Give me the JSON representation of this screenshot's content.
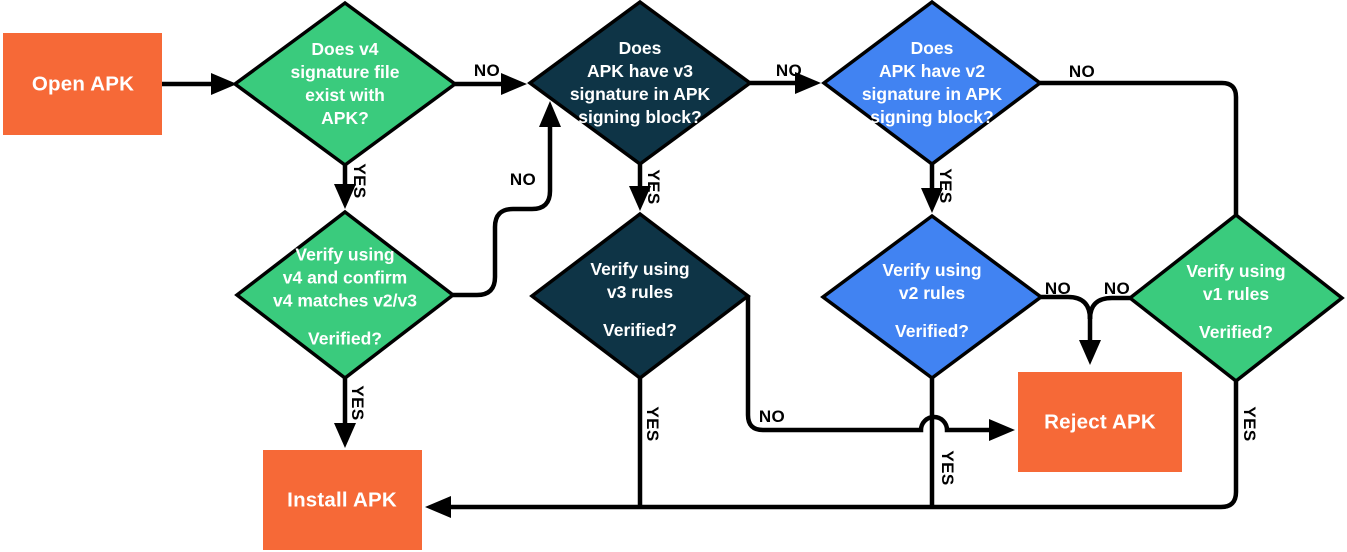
{
  "diagram": {
    "title": "APK signature verification flowchart",
    "colors": {
      "orange": "#F66937",
      "green": "#3ACB7D",
      "navy": "#0E3446",
      "blue": "#4183F2",
      "line": "#000000",
      "node_text": "#FFFFFF",
      "background": "#FFFFFF"
    },
    "nodes": {
      "open_apk": {
        "label": "Open APK"
      },
      "v4_exists": {
        "question": "Does v4\nsignature file\nexist with\nAPK?"
      },
      "v3_sig": {
        "question": "Does\nAPK have v3\nsignature in APK\nsigning block?"
      },
      "v2_sig": {
        "question": "Does\nAPK have v2\nsignature in APK\nsigning block?"
      },
      "v4_verify": {
        "question": "Verify using\nv4 and confirm\nv4 matches v2/v3",
        "sub": "Verified?"
      },
      "v3_verify": {
        "question": "Verify using\nv3 rules",
        "sub": "Verified?"
      },
      "v2_verify": {
        "question": "Verify using\nv2 rules",
        "sub": "Verified?"
      },
      "v1_verify": {
        "question": "Verify using\nv1 rules",
        "sub": "Verified?"
      },
      "install_apk": {
        "label": "Install APK"
      },
      "reject_apk": {
        "label": "Reject APK"
      }
    },
    "edge_labels": {
      "no_v4exists_to_v3sig": "NO",
      "no_v3sig_to_v2sig": "NO",
      "no_v2sig_to_v1verify": "NO",
      "no_v4verify_to_v3sig": "NO",
      "no_v3verify_to_reject": "NO",
      "no_v2verify_to_reject": "NO",
      "no_v1verify_to_reject": "NO",
      "yes_v4exists_to_v4verify": "YES",
      "yes_v3sig_to_v3verify": "YES",
      "yes_v2sig_to_v2verify": "YES",
      "yes_v4verify_to_install": "YES",
      "yes_v3verify_to_install": "YES",
      "yes_v2verify_to_install": "YES",
      "yes_v1verify_to_install": "YES"
    }
  }
}
